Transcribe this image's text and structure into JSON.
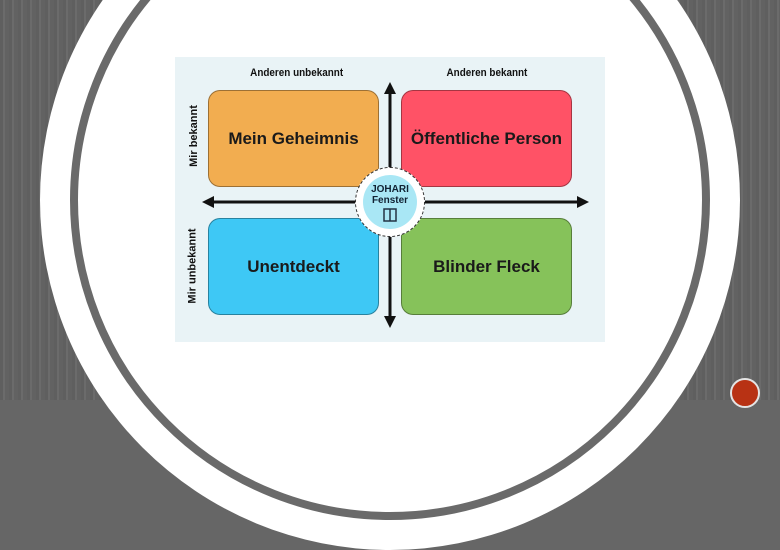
{
  "diagram": {
    "col_labels": [
      "Anderen unbekannt",
      "Anderen bekannt"
    ],
    "row_labels": [
      "Mir bekannt",
      "Mir unbekannt"
    ],
    "quadrants": [
      {
        "label": "Mein Geheimnis",
        "color": "#f2ad50"
      },
      {
        "label": "Öffentliche Person",
        "color": "#ff5266"
      },
      {
        "label": "Unentdeckt",
        "color": "#3ec8f5"
      },
      {
        "label": "Blinder Fleck",
        "color": "#86c25a"
      }
    ],
    "center": {
      "line1": "JOHARI",
      "line2": "Fenster"
    }
  }
}
